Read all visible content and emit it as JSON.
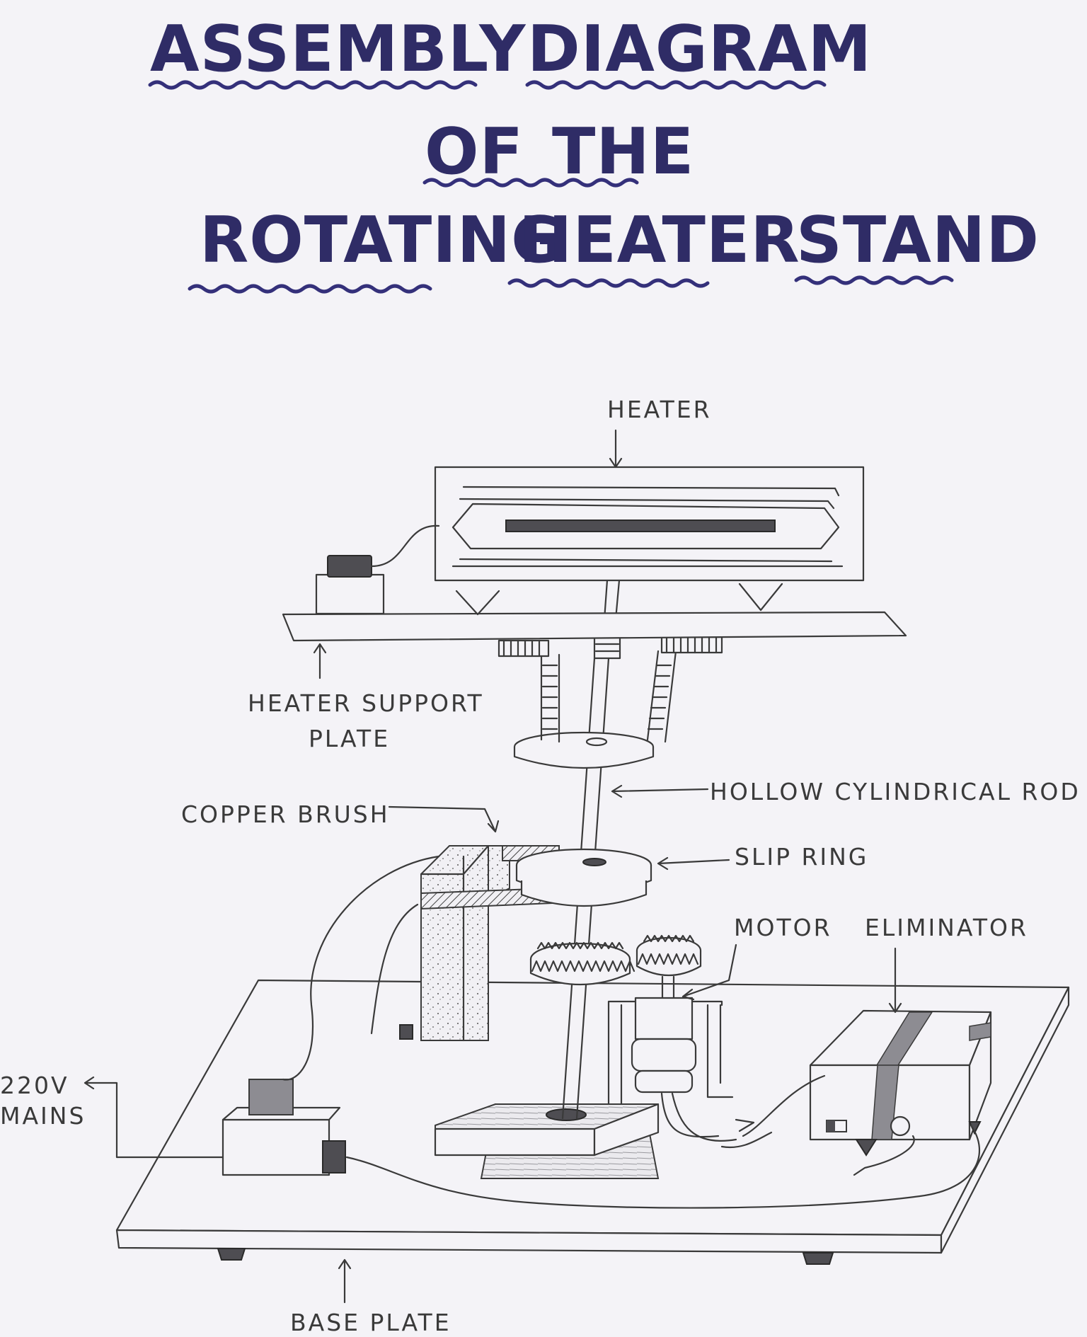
{
  "title": {
    "line1a": "ASSEMBLY",
    "line1b": "DIAGRAM",
    "line2a": "OF",
    "line2b": "THE",
    "line3a": "ROTATING",
    "line3b": "HEATER",
    "line3c": "STAND"
  },
  "labels": {
    "heater": "HEATER",
    "heater_support_1": "HEATER SUPPORT",
    "heater_support_2": "PLATE",
    "hollow_rod": "HOLLOW CYLINDRICAL ROD",
    "copper_brush": "COPPER BRUSH",
    "slip_ring": "SLIP RING",
    "motor": "MOTOR",
    "eliminator": "ELIMINATOR",
    "mains_1": "220V",
    "mains_2": "MAINS",
    "base_plate": "BASE PLATE"
  },
  "colors": {
    "ink": "#2f2c66",
    "pencil": "#3a3a3a",
    "paper": "#f4f3f7"
  }
}
